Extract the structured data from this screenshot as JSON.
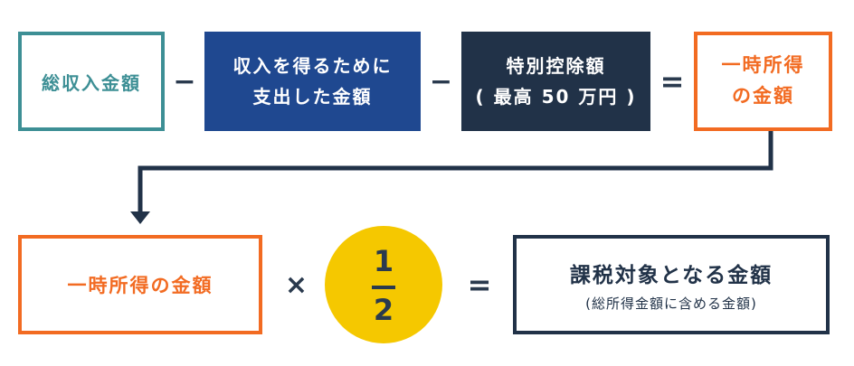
{
  "formula_top": {
    "total_income": "総収入金額",
    "minus_1": "−",
    "expense_line1": "収入を得るために",
    "expense_line2": "支出した金額",
    "minus_2": "−",
    "deduction_line1": "特別控除額",
    "deduction_line2": "( 最高 50 万円 )",
    "equals": "=",
    "temp_income_line1": "一時所得",
    "temp_income_line2": "の金額"
  },
  "formula_bottom": {
    "temp_income": "一時所得の金額",
    "times": "×",
    "fraction_numerator": "1",
    "fraction_denominator": "2",
    "equals": "=",
    "result_main": "課税対象となる金額",
    "result_sub": "(総所得金額に含める金額)"
  },
  "colors": {
    "teal": "#3d8f95",
    "blue": "#1f4890",
    "navy": "#213248",
    "orange": "#f26b22",
    "yellow": "#f5c800"
  }
}
